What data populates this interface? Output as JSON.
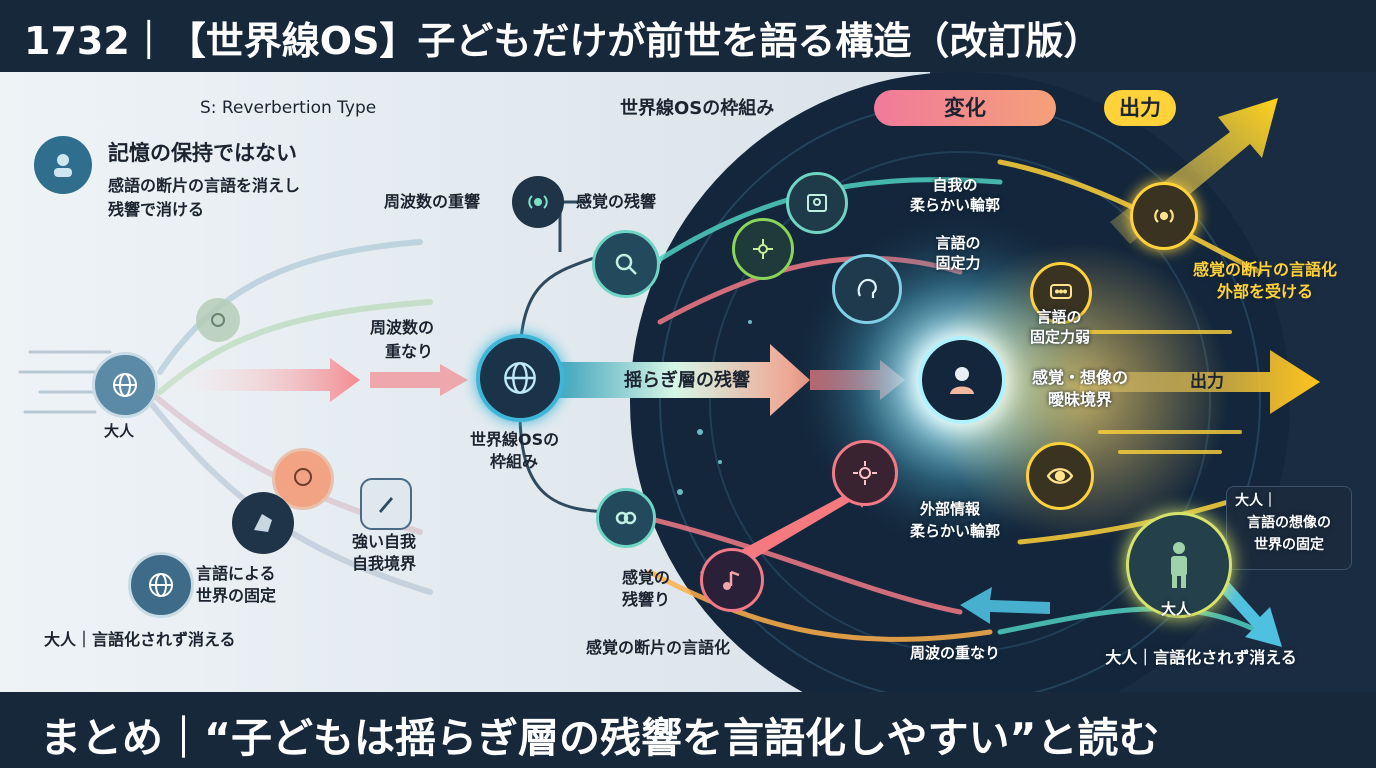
{
  "title": "1732｜【世界線OS】子どもだけが前世を語る構造（改訂版）",
  "summary": "まとめ｜“子どもは揺らぎ層の残響を言語化しやすい”と読む",
  "left": {
    "type_label": "S: Reverbertion Type",
    "memory_heading": "記憶の保持ではない",
    "memory_sub1": "感語の断片の言語を消えし",
    "memory_sub2": "残響で消ける",
    "adult_label": "大人",
    "freq_overlap_1": "周波数の",
    "freq_overlap_2": "重なり",
    "strong_ego_1": "強い自我",
    "strong_ego_2": "自我境界",
    "lang_world_1": "言語による",
    "lang_world_2": "世界の固定",
    "footer": "大人｜言語化されず消える"
  },
  "middle": {
    "framework_title": "世界線OSの枠組み",
    "freq_echo": "周波数の重響",
    "sense_echo": "感覚の残響",
    "hub_label_1": "世界線OSの",
    "hub_label_2": "枠組み",
    "fluct_echo": "揺らぎ層の残響",
    "sense_echo2_1": "感覚の",
    "sense_echo2_2": "残響り",
    "fragment_verbal": "感覚の断片の言語化"
  },
  "right": {
    "change": "変化",
    "output": "出力",
    "ego_soft_1": "自我の",
    "ego_soft_2": "柔らかい輪郭",
    "lang_fix_1": "言語の",
    "lang_fix_2": "固定力",
    "lang_fix_weak_1": "言語の",
    "lang_fix_weak_2": "固定力弱",
    "blur_1": "感覚・想像の",
    "blur_2": "曖昧境界",
    "output_arrow": "出力",
    "fragment_ext_1": "感覚の断片の言語化",
    "fragment_ext_2": "外部を受ける",
    "external_1": "外部情報",
    "external_2": "柔らかい輪郭",
    "wave_overlap": "周波の重なり",
    "adult_box_1": "大人｜",
    "adult_box_2": "言語の想像の",
    "adult_box_3": "世界の固定",
    "adult_figure": "大人",
    "footer": "大人｜言語化されず消える"
  },
  "colors": {
    "header_bg": "#17283b",
    "change_pill": "#f07a9a",
    "output_pill": "#ffd23a",
    "orb": "#27a9c9",
    "yellow": "#ffd23a",
    "pink": "#f27a86"
  }
}
